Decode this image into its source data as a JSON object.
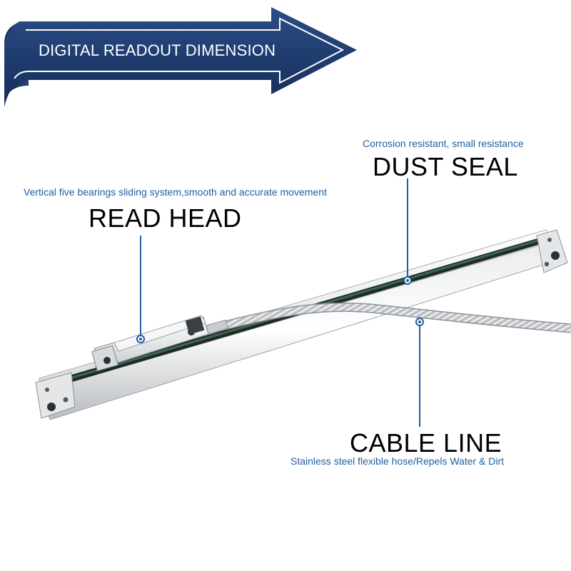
{
  "banner": {
    "title": "DIGITAL READOUT DIMENSION",
    "color": "#1e3a6e"
  },
  "callouts": {
    "dust_seal": {
      "description": "Corrosion resistant, small resistance",
      "title": "DUST SEAL"
    },
    "read_head": {
      "description": "Vertical five bearings sliding system,smooth and accurate movement",
      "title": "READ HEAD"
    },
    "cable_line": {
      "title": "CABLE LINE",
      "description": "Stainless steel flexible hose/Repels Water & Dirt"
    }
  },
  "colors": {
    "annotation_line": "#1f5fa0",
    "caption_text": "#1f5fa0"
  },
  "icons": {
    "banner": "arrow-ribbon-banner",
    "product": "linear-scale-encoder-photo"
  }
}
